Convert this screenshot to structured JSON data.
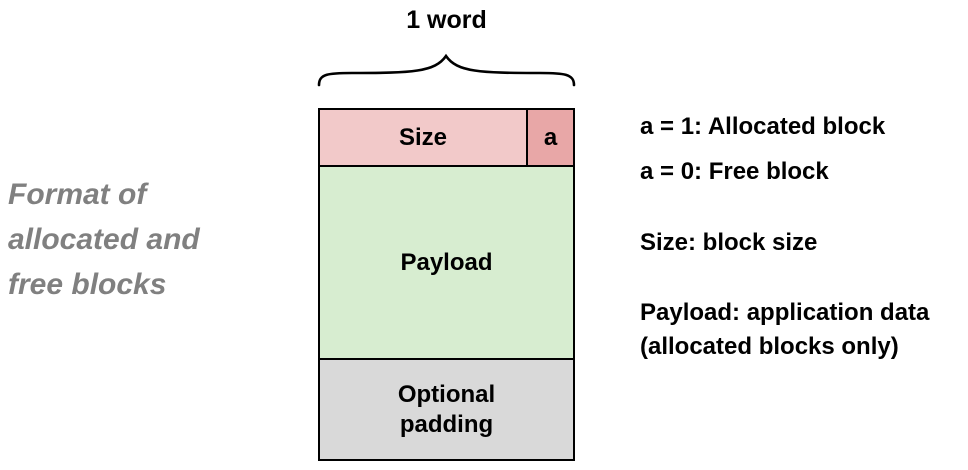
{
  "caption": {
    "text": "Format of\nallocated and\nfree blocks"
  },
  "block": {
    "width_label": "1 word",
    "header": {
      "size_label": "Size",
      "flag_label": "a"
    },
    "payload_label": "Payload",
    "padding_label": "Optional\npadding"
  },
  "legend": {
    "items": [
      "a = 1: Allocated block",
      "a = 0: Free block",
      "Size: block size",
      "Payload: application data\n(allocated blocks only)"
    ]
  },
  "colors": {
    "size_cell": "#f2c9c9",
    "flag_cell": "#e8a7a7",
    "payload_cell": "#d7edd0",
    "padding_cell": "#d9d9d9",
    "border": "#000000",
    "caption_text": "#808080",
    "text": "#000000"
  }
}
